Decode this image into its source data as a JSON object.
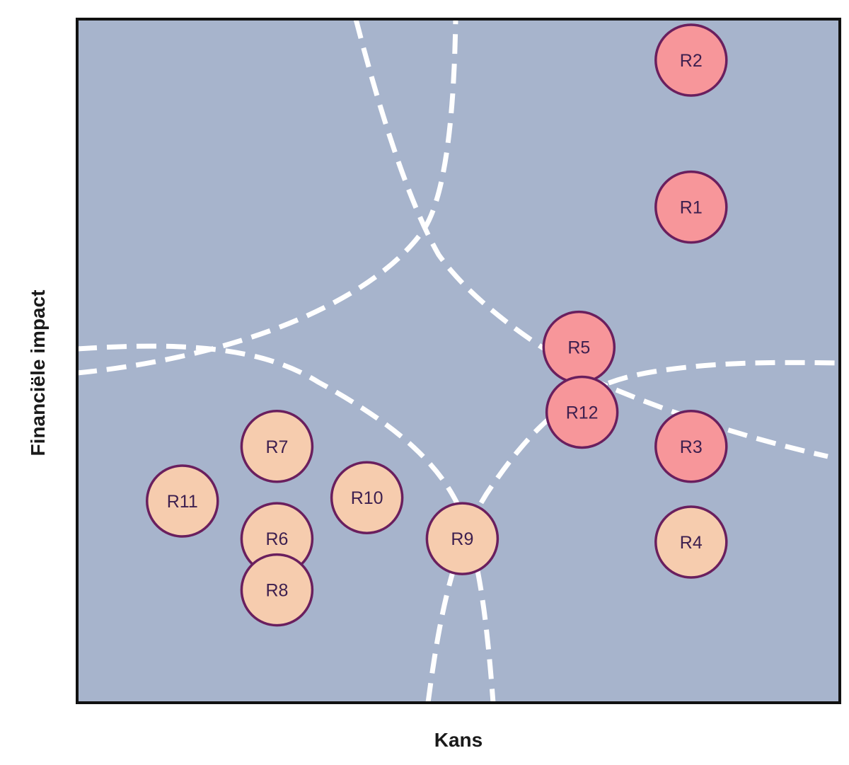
{
  "chart_data": {
    "type": "scatter",
    "title": "",
    "xlabel": "Kans",
    "ylabel": "Financiële impact",
    "xlim": [
      0,
      100
    ],
    "ylim": [
      0,
      100
    ],
    "grid": false,
    "legend": "none",
    "colors": {
      "background": "#a7b4cc",
      "high": "#f7969a",
      "medium": "#f6ccae",
      "outline": "#6a1f5e",
      "divider": "#ffffff",
      "frame": "#111111"
    },
    "points": [
      {
        "label": "R2",
        "x": 80.5,
        "y": 94.0,
        "level": "high"
      },
      {
        "label": "R1",
        "x": 80.5,
        "y": 72.5,
        "level": "high"
      },
      {
        "label": "R5",
        "x": 65.8,
        "y": 52.0,
        "level": "high"
      },
      {
        "label": "R12",
        "x": 66.2,
        "y": 42.5,
        "level": "high"
      },
      {
        "label": "R3",
        "x": 80.5,
        "y": 37.5,
        "level": "high"
      },
      {
        "label": "R4",
        "x": 80.5,
        "y": 23.5,
        "level": "medium"
      },
      {
        "label": "R7",
        "x": 26.2,
        "y": 37.5,
        "level": "medium"
      },
      {
        "label": "R11",
        "x": 13.8,
        "y": 29.5,
        "level": "medium"
      },
      {
        "label": "R10",
        "x": 38.0,
        "y": 30.0,
        "level": "medium"
      },
      {
        "label": "R6",
        "x": 26.2,
        "y": 24.0,
        "level": "medium"
      },
      {
        "label": "R8",
        "x": 26.2,
        "y": 16.5,
        "level": "medium"
      },
      {
        "label": "R9",
        "x": 50.5,
        "y": 24.0,
        "level": "medium"
      }
    ]
  }
}
